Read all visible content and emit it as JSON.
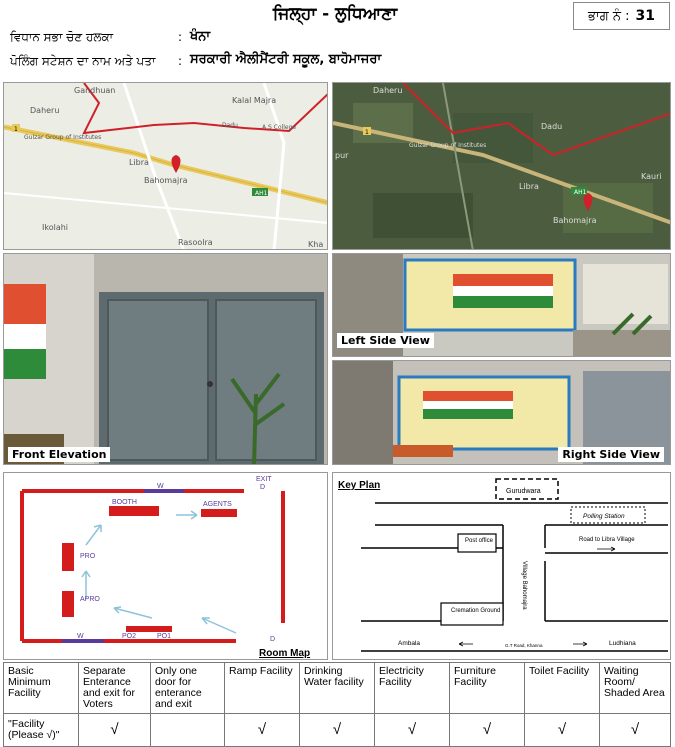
{
  "header": {
    "district": "ਜਿਲ੍ਹਾ - ਲੁਧਿਆਣਾ",
    "part_label": "ਭਾਗ ਨੰ :",
    "part_number": "31",
    "constituency_label": "ਵਿਧਾਨ ਸਭਾ ਚੋਣ ਹਲਕਾ",
    "constituency_value": "ਖੰਨਾ",
    "station_label": "ਪੋਲਿੰਗ ਸਟੇਸ਼ਨ ਦਾ ਨਾਮ ਅਤੇ ਪਤਾ",
    "station_value": "ਸਰਕਾਰੀ ਐਲੀਮੈਂਟਰੀ ਸਕੂਲ, ਬਾਹੋਮਾਜਰਾ",
    "colon": ":"
  },
  "road_map": {
    "labels": [
      "Gandhuan",
      "Daheru",
      "Kalal Majra",
      "Gulzar Group of Institutes",
      "Libra",
      "Bahomajra",
      "Ikolahi",
      "Rasoolra",
      "Kha",
      "Dadu",
      "A S College",
      "AH1",
      "1"
    ]
  },
  "satellite_map": {
    "labels": [
      "Daheru",
      "Gulzar Group of Institutes",
      "Libra",
      "Bahomajra",
      "Dadu",
      "Kauri",
      "pur",
      "1",
      "AH1"
    ]
  },
  "photos": {
    "front": "Front Elevation",
    "left": "Left Side View",
    "right": "Right Side View"
  },
  "room_map": {
    "title": "Room Map",
    "booth": "BOOTH",
    "agents": "AGENTS",
    "exit": "EXIT",
    "exit_d": "D",
    "pro": "PRO",
    "apro": "APRO",
    "w_top": "W",
    "w_bottom": "W",
    "po2": "PO2",
    "po1": "PO1",
    "door": "D"
  },
  "key_plan": {
    "title": "Key Plan",
    "gurudwara": "Gurudwara",
    "polling_station": "Polling Station",
    "post_office": "Post office",
    "road_libra": "Road to Libra Village",
    "village_road": "Village Bahomajra",
    "cremation": "Cremation Ground",
    "ambala": "Ambala",
    "ludhiana": "Ludhiana",
    "gt_road": "G.T Road, Khanna"
  },
  "facilities": {
    "headers": [
      "Basic Minimum Facility",
      "Separate Enterance and exit for Voters",
      "Only one door for enterance and exit",
      "Ramp Facility",
      "Drinking Water facility",
      "Electricity Facility",
      "Furniture Facility",
      "Toilet Facility",
      "Waiting Room/ Shaded Area"
    ],
    "row_label": "\"Facility (Please √)\"",
    "values": [
      "√",
      "",
      "√",
      "√",
      "√",
      "√",
      "√",
      "√"
    ]
  },
  "colors": {
    "boundary": "#d0202a",
    "highway": "#e8c95a",
    "booth_red": "#d41c1c",
    "arrow_blue": "#8fc3d9",
    "wall_red": "#d41c1c",
    "window_purple": "#5a3a9a"
  }
}
